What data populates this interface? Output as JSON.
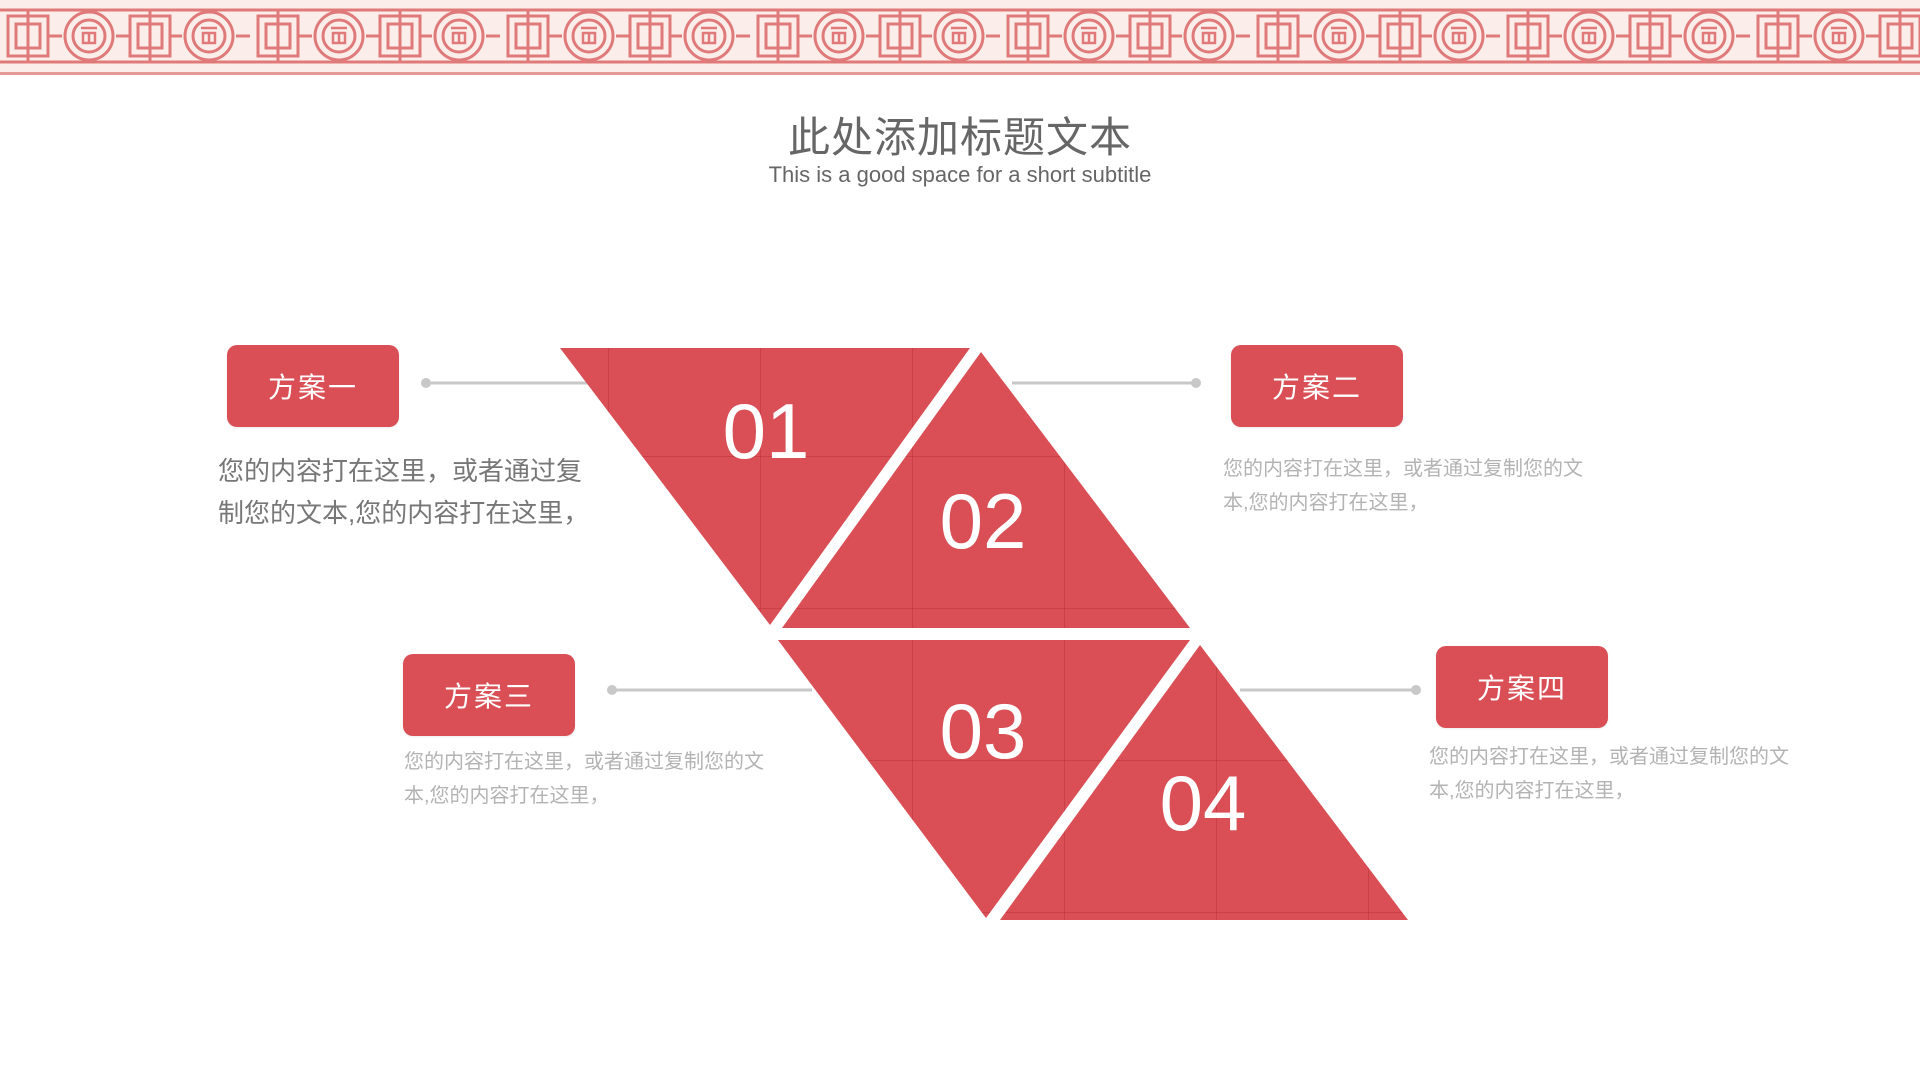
{
  "slide": {
    "title": "此处添加标题文本",
    "subtitle": "This is a good space for a short subtitle"
  },
  "steps": [
    {
      "number": "01",
      "label": "方案一",
      "text_line1": "您的内容打在这里，或者通过复",
      "text_line2": "制您的文本,您的内容打在这里，"
    },
    {
      "number": "02",
      "label": "方案二",
      "text_line1": "您的内容打在这里，或者通过复制您的文",
      "text_line2": "本,您的内容打在这里，"
    },
    {
      "number": "03",
      "label": "方案三",
      "text_line1": "您的内容打在这里，或者通过复制您的文",
      "text_line2": "本,您的内容打在这里，"
    },
    {
      "number": "04",
      "label": "方案四",
      "text_line1": "您的内容打在这里，或者通过复制您的文",
      "text_line2": "本,您的内容打在这里，"
    }
  ],
  "colors": {
    "accent_red": "#d94f55",
    "border_pattern": "#e07a7a",
    "connector_gray": "#c8c8c8",
    "title_gray": "#666666",
    "body_gray": "#b3b3b3"
  }
}
